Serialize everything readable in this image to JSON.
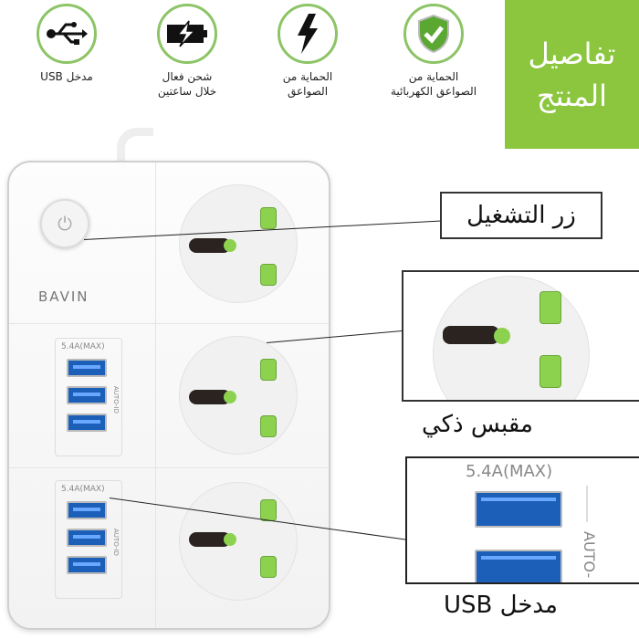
{
  "features": [
    {
      "icon": "usb-icon",
      "label": "مدخل USB"
    },
    {
      "icon": "battery-charge-icon",
      "label_line1": "شحن فعال",
      "label_line2": "خلال ساعتين"
    },
    {
      "icon": "lightning-icon",
      "label_line1": "الحماية من",
      "label_line2": "الصواعق"
    },
    {
      "icon": "shield-check-icon",
      "label_line1": "الحماية من",
      "label_line2": "الصواعق الكهربائية"
    }
  ],
  "title": {
    "line1": "تفاصيل",
    "line2": "المنتج"
  },
  "product": {
    "brand": "BAVIN",
    "usb_max": "5.4A(MAX)",
    "auto_id": "AUTO-ID"
  },
  "callouts": {
    "power_button": "زر التشغيل",
    "smart_socket": "مقبس ذكي",
    "usb_input": "مدخل USB",
    "usb_zoom_max": "5.4A(MAX)",
    "usb_zoom_auto": "AUTO-"
  },
  "colors": {
    "accent": "#8cc63f",
    "usb": "#1c5fb8"
  }
}
